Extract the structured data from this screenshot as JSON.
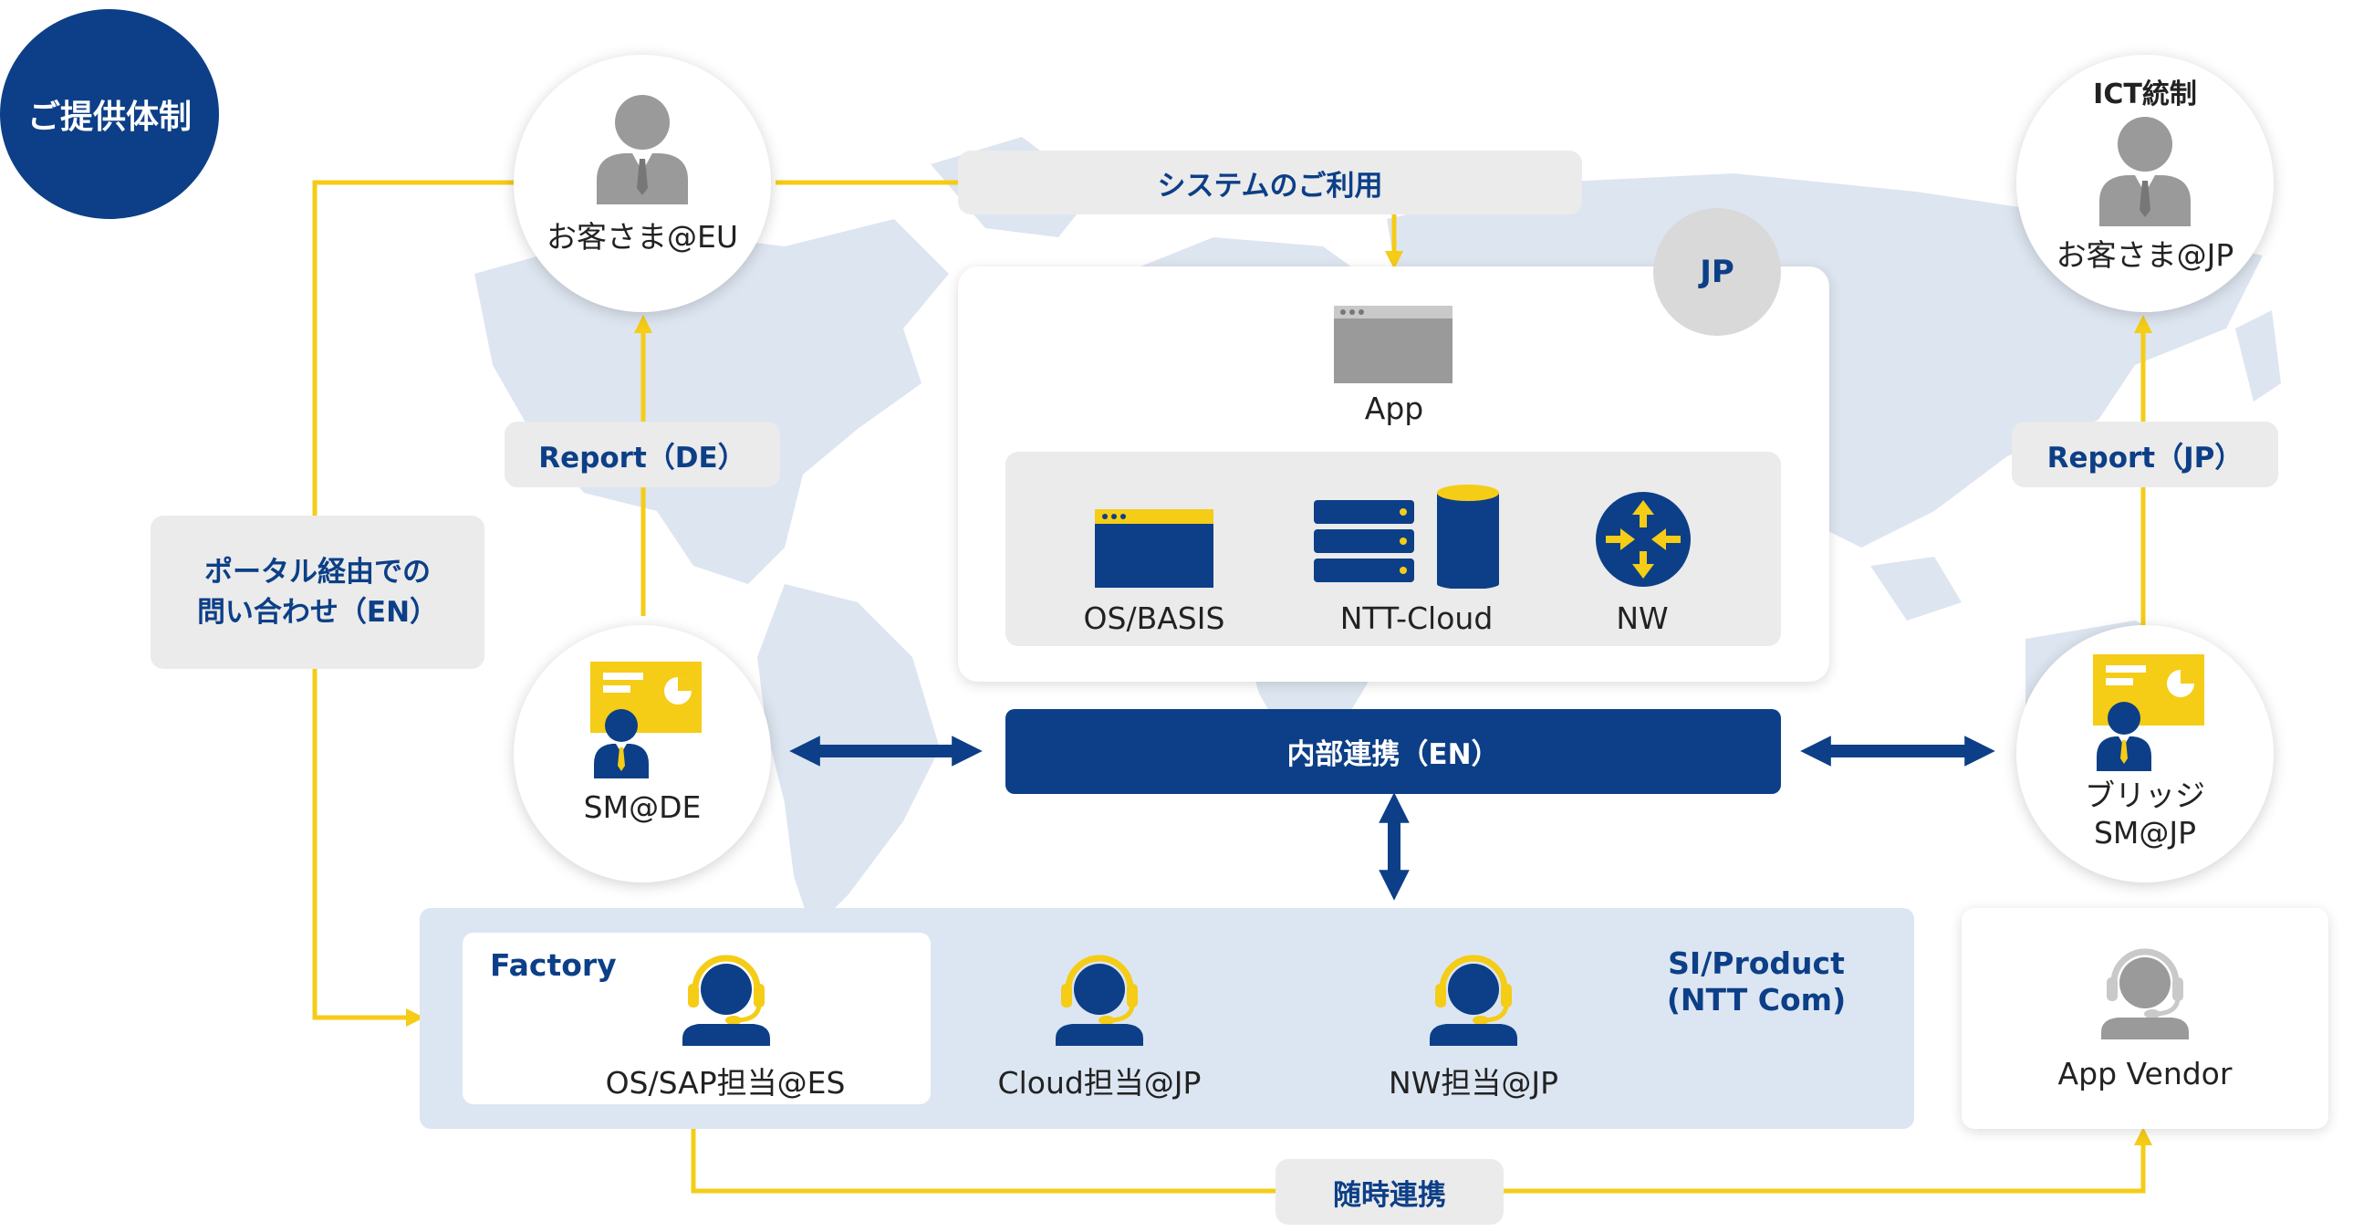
{
  "badge": {
    "label": "ご提供体制"
  },
  "customers": {
    "eu": {
      "label": "お客さま@EU"
    },
    "jp": {
      "label": "お客さま@JP",
      "header": "ICT統制"
    }
  },
  "reports": {
    "de": "Report（DE）",
    "jp": "Report（JP）"
  },
  "system_usage": "システムのご利用",
  "portal": {
    "line1": "ポータル経由での",
    "line2": "問い合わせ（EN）"
  },
  "jp_region": {
    "badge": "JP",
    "app_label": "App",
    "components": [
      {
        "label": "OS/BASIS",
        "icon": "window-icon"
      },
      {
        "label": "NTT-Cloud",
        "icon": "server-database-icon"
      },
      {
        "label": "NW",
        "icon": "router-icon"
      }
    ]
  },
  "service_managers": {
    "de": {
      "label": "SM@DE"
    },
    "jp": {
      "line1": "ブリッジ",
      "line2": "SM@JP"
    }
  },
  "internal_link": "内部連携（EN）",
  "si_product": {
    "title_line1": "SI/Product",
    "title_line2": "(NTT Com)",
    "factory_label": "Factory",
    "staff": [
      {
        "label": "OS/SAP担当@ES"
      },
      {
        "label": "Cloud担当@JP"
      },
      {
        "label": "NW担当@JP"
      }
    ]
  },
  "app_vendor": {
    "label": "App Vendor"
  },
  "adhoc_link": "随時連携",
  "colors": {
    "navy": "#0c3f87",
    "yellow": "#f5cc16",
    "light_blue": "#dce6f2",
    "gray_pill": "#ebebeb",
    "icon_gray": "#9a9a9a"
  }
}
